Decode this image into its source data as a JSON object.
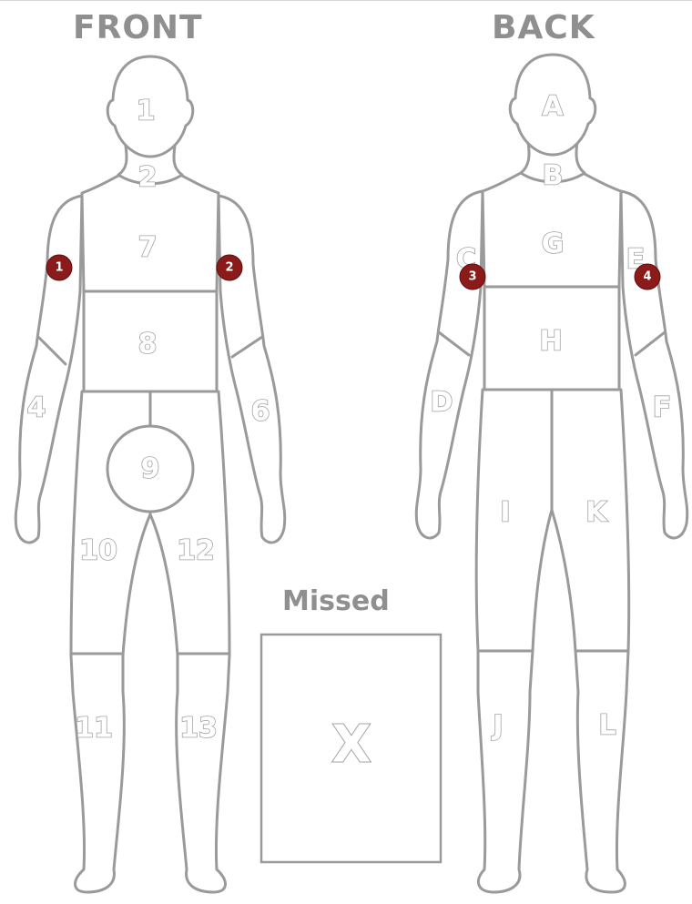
{
  "headings": {
    "front": "FRONT",
    "back": "BACK",
    "missed": "Missed"
  },
  "front_zones": [
    {
      "label": "1"
    },
    {
      "label": "2"
    },
    {
      "label": "7"
    },
    {
      "label": "8"
    },
    {
      "label": "4"
    },
    {
      "label": "6"
    },
    {
      "label": "9"
    },
    {
      "label": "10"
    },
    {
      "label": "12"
    },
    {
      "label": "11"
    },
    {
      "label": "13"
    }
  ],
  "back_zones": [
    {
      "label": "A"
    },
    {
      "label": "B"
    },
    {
      "label": "G"
    },
    {
      "label": "C"
    },
    {
      "label": "E"
    },
    {
      "label": "H"
    },
    {
      "label": "D"
    },
    {
      "label": "F"
    },
    {
      "label": "I"
    },
    {
      "label": "K"
    },
    {
      "label": "J"
    },
    {
      "label": "L"
    }
  ],
  "missed_zone": {
    "label": "X"
  },
  "markers": [
    {
      "label": "1",
      "color": "#8b1a1a"
    },
    {
      "label": "2",
      "color": "#8b1a1a"
    },
    {
      "label": "3",
      "color": "#8b1a1a"
    },
    {
      "label": "4",
      "color": "#8b1a1a"
    }
  ],
  "colors": {
    "outline": "#9a9a9a",
    "heading": "#8f8f8f",
    "marker": "#8b1a1a"
  }
}
